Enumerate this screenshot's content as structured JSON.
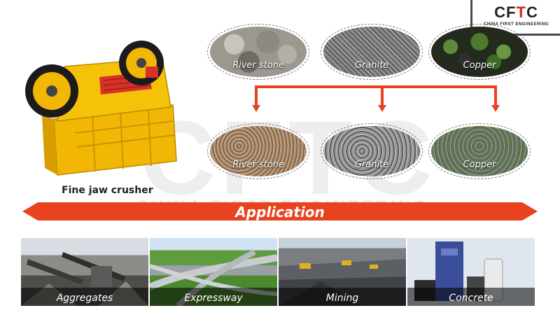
{
  "brand": {
    "logo_main_a": "CF",
    "logo_main_b": "T",
    "logo_main_c": "C",
    "logo_sub": "CHINA FIRST ENGINEERING",
    "watermark_text": "CHINA FIRST ENGINEERING",
    "accent_color": "#e8421f"
  },
  "crusher": {
    "caption": "Fine jaw crusher"
  },
  "raw_materials": [
    {
      "label": "River stone",
      "icon": "river-stone-icon"
    },
    {
      "label": "Granite",
      "icon": "granite-icon"
    },
    {
      "label": "Copper",
      "icon": "copper-icon"
    }
  ],
  "crushed_products": [
    {
      "label": "River stone"
    },
    {
      "label": "Granite"
    },
    {
      "label": "Copper"
    }
  ],
  "application": {
    "title": "Application",
    "items": [
      {
        "label": "Aggregates"
      },
      {
        "label": "Expressway"
      },
      {
        "label": "Mining"
      },
      {
        "label": "Concrete"
      }
    ]
  }
}
